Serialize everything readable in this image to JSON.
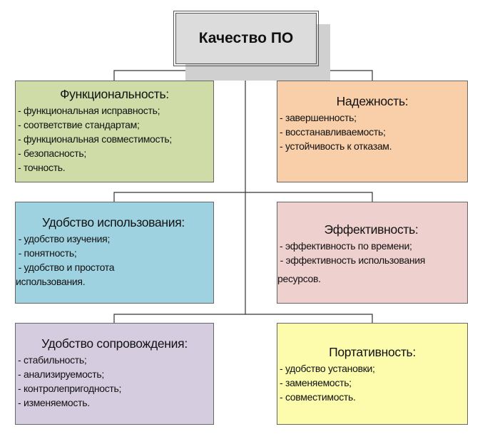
{
  "root": {
    "title": "Качество ПО",
    "color": "#dcdcdc"
  },
  "boxes": [
    {
      "title": "Функциональность:",
      "color": "#d0dca8",
      "items": [
        "- функциональная исправность;",
        "- соответствие стандартам;",
        "- функциональная совместимость;",
        "- безопасность;",
        "- точность."
      ]
    },
    {
      "title": "Надежность:",
      "color": "#f8cfa8",
      "items": [
        "- завершенность;",
        "- восстанавливаемость;",
        "- устойчивость к отказам."
      ]
    },
    {
      "title": "Удобство использования:",
      "color": "#9ed2e0",
      "items": [
        " - удобство изучения;",
        " - понятность;",
        " - удобство и простота",
        "использования."
      ]
    },
    {
      "title": "Эффективность:",
      "color": "#eed0ce",
      "items": [
        "- эффективность по времени;",
        " - эффективность использования",
        "ресурсов."
      ]
    },
    {
      "title": "Удобство сопровождения:",
      "color": "#d6cce0",
      "items": [
        "- стабильность;",
        "- анализируемость;",
        "- контролепригодность;",
        "- изменяемость."
      ]
    },
    {
      "title": "Портативность:",
      "color": "#fcfcac",
      "items": [
        "- удобство установки;",
        "- заменяемость;",
        "- совместимость."
      ]
    }
  ]
}
